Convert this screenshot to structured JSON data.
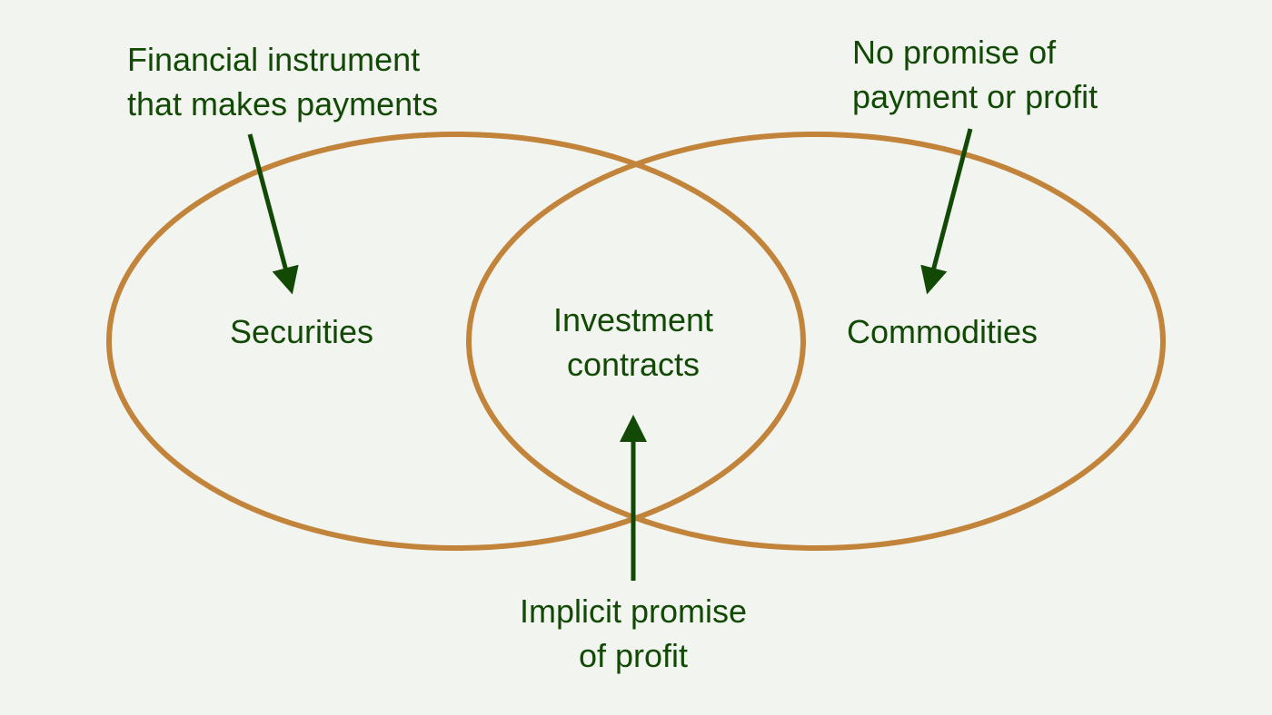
{
  "colors": {
    "background": "#f2f4f0",
    "ellipse": "#c2843a",
    "text": "#124a05"
  },
  "sets": {
    "left": "Securities",
    "overlap": [
      "Investment",
      "contracts"
    ],
    "right": "Commodities"
  },
  "annotations": {
    "left": [
      "Financial instrument",
      "that makes payments"
    ],
    "right": [
      "No promise of",
      "payment or profit"
    ],
    "bottom": [
      "Implicit promise",
      "of profit"
    ]
  }
}
